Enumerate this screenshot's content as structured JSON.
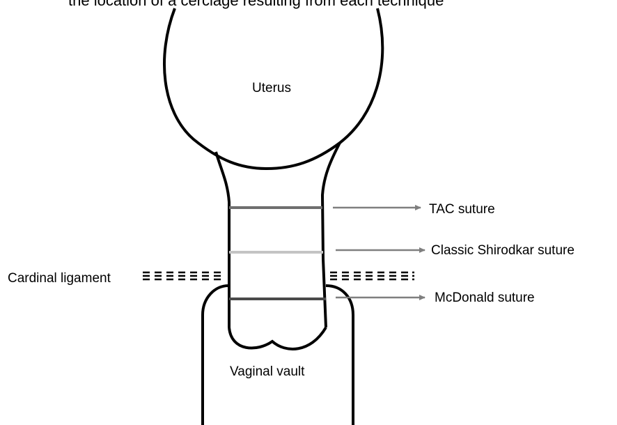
{
  "caption": "the location of a cerclage resulting from each technique",
  "organs": {
    "uterus": "Uterus",
    "vaginal_vault": "Vaginal vault"
  },
  "ligament": {
    "label": "Cardinal ligament"
  },
  "sutures": [
    {
      "label": "TAC suture",
      "color": "#6e6e6e"
    },
    {
      "label": "Classic Shirodkar suture",
      "color": "#c4c4c4"
    },
    {
      "label": "McDonald suture",
      "color": "#4a4a4a"
    }
  ],
  "colors": {
    "outline": "#000000",
    "arrow": "#7f7f7f"
  }
}
